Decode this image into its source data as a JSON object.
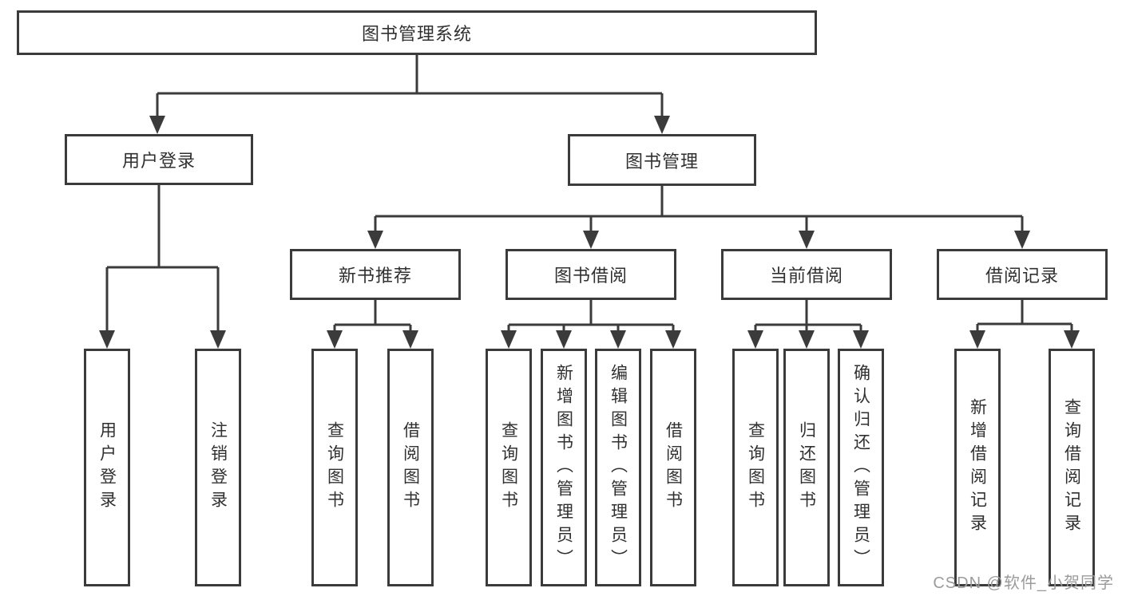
{
  "diagram": {
    "root": {
      "label": "图书管理系统"
    },
    "level2": [
      {
        "label": "用户登录"
      },
      {
        "label": "图书管理"
      }
    ],
    "level3": [
      {
        "label": "新书推荐"
      },
      {
        "label": "图书借阅"
      },
      {
        "label": "当前借阅"
      },
      {
        "label": "借阅记录"
      }
    ],
    "leafGroups": [
      [
        "用户登录",
        "注销登录"
      ],
      [
        "查询图书",
        "借阅图书"
      ],
      [
        "查询图书",
        "新增图书（管理员）",
        "编辑图书（管理员）",
        "借阅图书"
      ],
      [
        "查询图书",
        "归还图书",
        "确认归还（管理员）"
      ],
      [
        "新增借阅记录",
        "查询借阅记录"
      ]
    ]
  },
  "watermark": {
    "text": "CSDN @软件_小贺同学"
  },
  "colors": {
    "line": "#3b3b3b",
    "text": "#303030",
    "watermark": "#9b9b9b",
    "background": "#ffffff"
  }
}
